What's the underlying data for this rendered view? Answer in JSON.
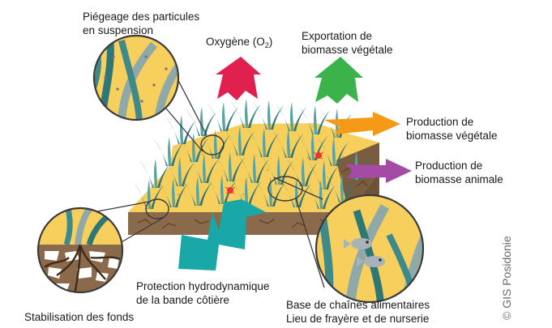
{
  "labels": {
    "piegeage": [
      "Piégeage des particules",
      "en suspension"
    ],
    "oxygene": "Oxygène (O",
    "oxygene_sub": "2",
    "oxygene_end": ")",
    "export_biomasse": [
      "Exportation de",
      "biomasse végétale"
    ],
    "prod_vegetale": [
      "Production de",
      "biomasse végétale"
    ],
    "prod_animale": [
      "Production de",
      "biomasse animale"
    ],
    "protection": [
      "Protection hydrodynamique",
      "de la bande côtière"
    ],
    "stabilisation": "Stabilisation des fonds",
    "base_chaines": [
      "Base de chaînes alimentaires",
      "Lieu de frayère et de nurserie"
    ]
  },
  "copyright": "© GIS Posidonie",
  "colors": {
    "sand": "#f6cf5c",
    "sediment": "#8a6a4a",
    "seagrass": "#3e8a8a",
    "oxygen_arrow": "#e0204e",
    "export_arrow": "#3bb34a",
    "veg_arrow": "#f59a16",
    "animal_arrow": "#a54aa5",
    "protection_arrow": "#1aa7a7"
  }
}
